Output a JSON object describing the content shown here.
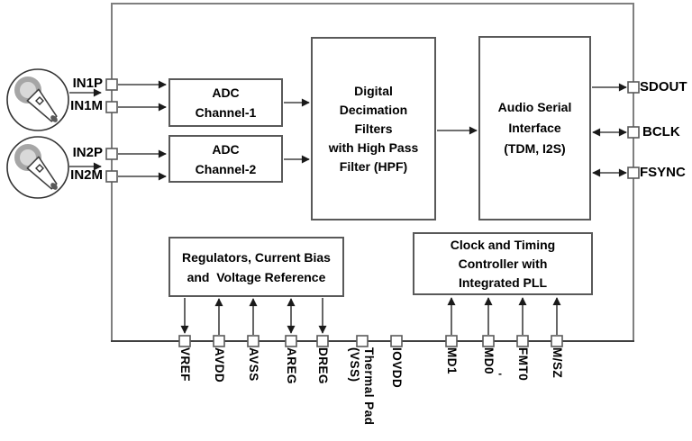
{
  "diagram": {
    "title_hint": "Audio ADC functional block diagram",
    "blocks": {
      "adc_channel_1": "ADC\nChannel-1",
      "adc_channel_2": "ADC\nChannel-2",
      "decimation_filter": "Digital\nDecimation\nFilters\nwith High Pass\nFilter (HPF)",
      "audio_serial_interface": "Audio Serial\nInterface\n(TDM, I2S)",
      "regulators": "Regulators, Current Bias\nand  Voltage Reference",
      "clock_controller": "Clock and Timing\nController with\nIntegrated PLL"
    },
    "pins": {
      "left": [
        "IN1P",
        "IN1M",
        "IN2P",
        "IN2M"
      ],
      "right": [
        "SDOUT",
        "BCLK",
        "FSYNC"
      ],
      "bottom": [
        "VREF",
        "AVDD",
        "AVSS",
        "AREG",
        "DREG",
        "Thermal Pad",
        "(VSS)",
        "IOVDD",
        "MD1",
        "MD0",
        "FMT0",
        "M/SZ"
      ]
    },
    "arrow_directions": {
      "SDOUT": "out",
      "BCLK": "bidirectional",
      "FSYNC": "bidirectional",
      "VREF": "out",
      "AVDD": "in",
      "AVSS": "in",
      "AREG": "bidirectional",
      "DREG": "out",
      "MD1": "in",
      "MD0": "in",
      "FMT0": "in",
      "M/SZ": "in"
    },
    "icons": {
      "input1": "microphone-icon",
      "input2": "microphone-icon"
    },
    "stray_mark": "-",
    "colors": {
      "line": "#404040",
      "arrowhead": "#1a1a1a",
      "block_border": "#595959",
      "chip_border": "#7f7f7f",
      "text": "#000000",
      "mic_head": "#d9d9d9",
      "mic_ring": "#a6a6a6"
    }
  }
}
